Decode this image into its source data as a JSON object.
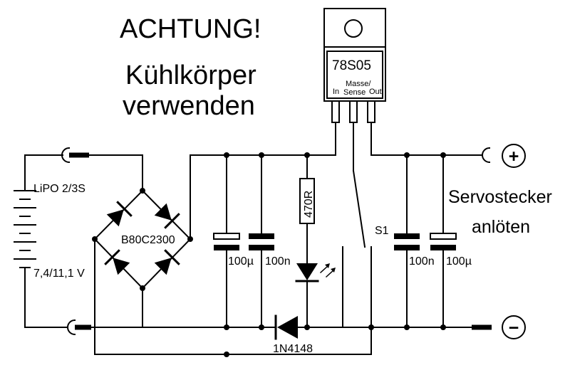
{
  "warning": {
    "title": "ACHTUNG!",
    "line1": "Kühlkörper",
    "line2": "verwenden"
  },
  "regulator": {
    "part": "78S05",
    "pin_in": "In",
    "pin_gnd_1": "Masse/",
    "pin_gnd_2": "Sense",
    "pin_out": "Out"
  },
  "battery": {
    "type": "LiPO 2/3S",
    "voltage": "7,4/11,1 V"
  },
  "bridge": {
    "label": "B80C2300"
  },
  "resistor": {
    "label": "470R"
  },
  "cap_left_elko": {
    "label": "100µ"
  },
  "cap_left_ceramic": {
    "label": "100n"
  },
  "cap_right_ceramic": {
    "label": "100n"
  },
  "cap_right_elko": {
    "label": "100µ"
  },
  "diode": {
    "label": "1N4148"
  },
  "switch": {
    "label": "S1"
  },
  "output": {
    "label1": "Servostecker",
    "label2": "anlöten",
    "plus": "+",
    "minus": "−"
  }
}
